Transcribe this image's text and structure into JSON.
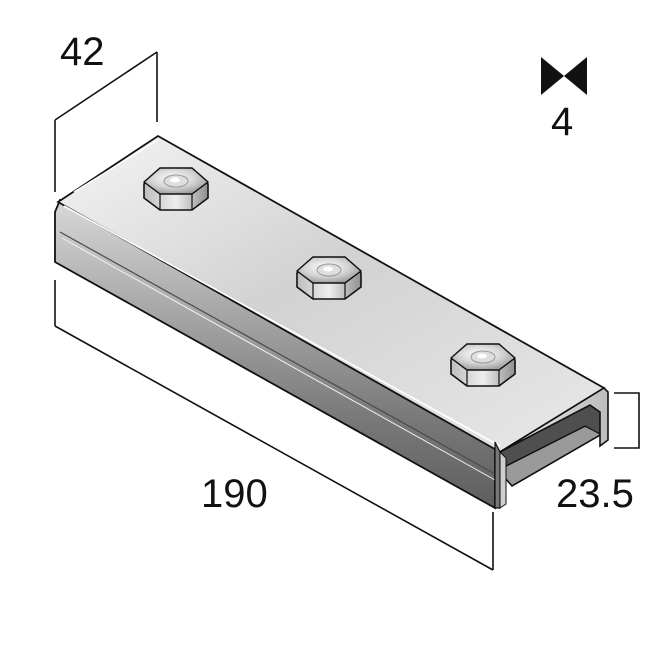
{
  "dimensions": {
    "width": "42",
    "length": "190",
    "height": "23.5",
    "thickness": "4"
  },
  "icons": {
    "thickness_symbol": "bowtie-thickness-icon"
  },
  "colors": {
    "line": "#111111",
    "steel_light": "#e6e6e6",
    "steel_mid": "#b8b8b8",
    "steel_dark": "#6b6b6b"
  }
}
